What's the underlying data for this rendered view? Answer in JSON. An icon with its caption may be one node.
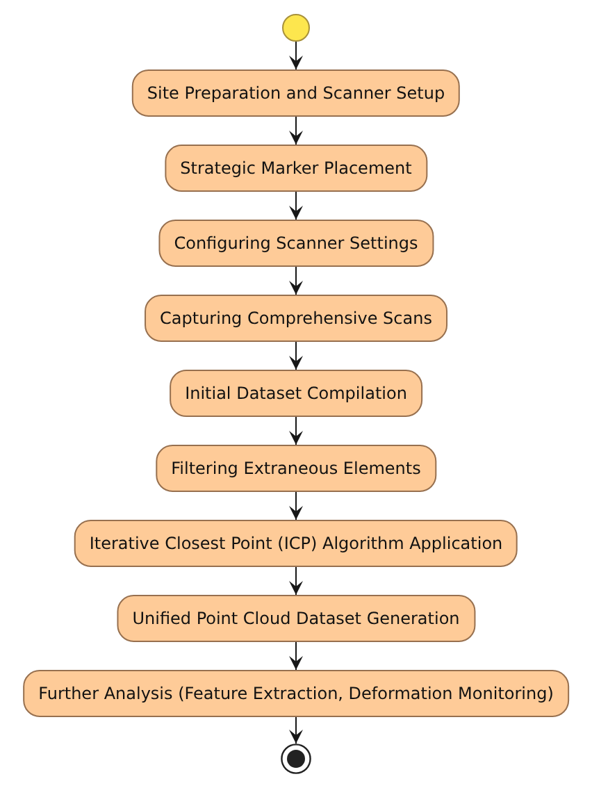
{
  "diagram": {
    "nodes": [
      {
        "text": [],
        "shape": "circle"
      },
      {
        "text": [
          "Site Preparation and Scanner Setup"
        ]
      },
      {
        "text": [
          "Strategic Marker Placement"
        ]
      },
      {
        "text": [
          "Configuring Scanner Settings"
        ]
      },
      {
        "text": [
          "Capturing Comprehensive Scans"
        ]
      },
      {
        "text": [
          "Initial Dataset Compilation"
        ]
      },
      {
        "text": [
          "Filtering Extraneous Elements"
        ]
      },
      {
        "text": [
          "Iterative Closest Point (ICP) Algorithm Application"
        ]
      },
      {
        "text": [
          "Unified Point Cloud Dataset Generation"
        ]
      },
      {
        "text": [
          "Further Analysis (Feature Extraction, Deformation Monitoring)"
        ]
      },
      {
        "text": [],
        "shape": "bullseye"
      }
    ],
    "edges": [
      {
        "from": 0,
        "to": 1,
        "arrow": "to"
      },
      {
        "from": 1,
        "to": 2,
        "arrow": "to"
      },
      {
        "from": 2,
        "to": 3,
        "arrow": "to"
      },
      {
        "from": 3,
        "to": 4,
        "arrow": "to"
      },
      {
        "from": 4,
        "to": 5,
        "arrow": "to"
      },
      {
        "from": 5,
        "to": 6,
        "arrow": "to"
      },
      {
        "from": 6,
        "to": 7,
        "arrow": "to"
      },
      {
        "from": 7,
        "to": 8,
        "arrow": "to"
      },
      {
        "from": 8,
        "to": 9,
        "arrow": "to"
      },
      {
        "from": 9,
        "to": 10,
        "arrow": "to"
      }
    ]
  }
}
